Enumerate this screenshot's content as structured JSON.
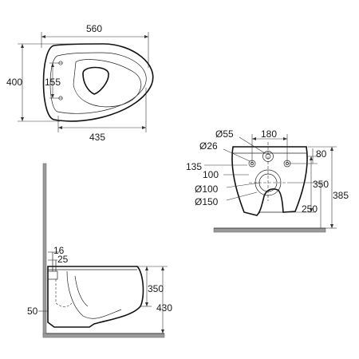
{
  "top_view": {
    "width": "560",
    "depth": "400",
    "fixing_spacing": "155",
    "rim_length": "435"
  },
  "back_view": {
    "diameter_55": "Ø55",
    "diameter_26": "Ø26",
    "dim_180": "180",
    "dim_80": "80",
    "dim_135": "135",
    "dim_100": "100",
    "diameter_100": "Ø100",
    "diameter_150": "Ø150",
    "dim_350": "350",
    "dim_385": "385",
    "dim_250": "250"
  },
  "side_view": {
    "dim_16": "16",
    "dim_25": "25",
    "dim_350": "350",
    "dim_430": "430",
    "dim_50": "50"
  }
}
